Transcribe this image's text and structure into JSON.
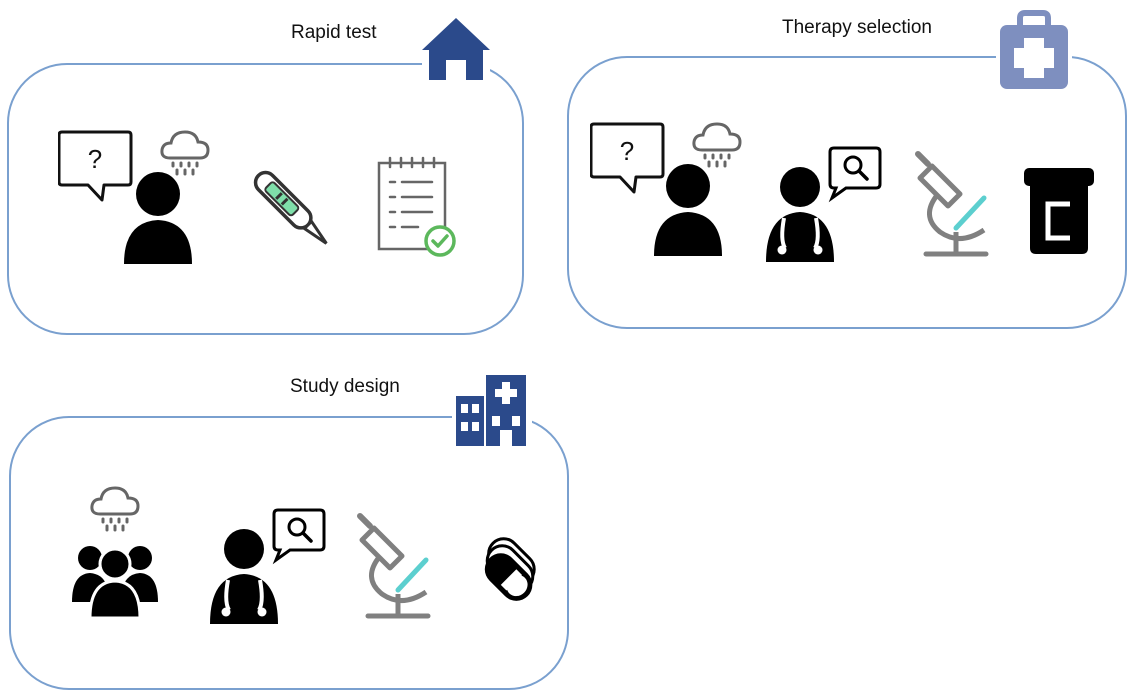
{
  "panels": {
    "rapid": {
      "title": "Rapid test",
      "badge": "house-icon"
    },
    "therapy": {
      "title": "Therapy selection",
      "badge": "first-aid-kit-icon"
    },
    "study": {
      "title": "Study design",
      "badge": "hospital-icon"
    }
  },
  "colors": {
    "border": "#7aa0cf",
    "navy": "#2b4a8b",
    "kit": "#7e8fbf",
    "green": "#5cb85c",
    "teal": "#5ccfcf",
    "gray": "#808080"
  }
}
